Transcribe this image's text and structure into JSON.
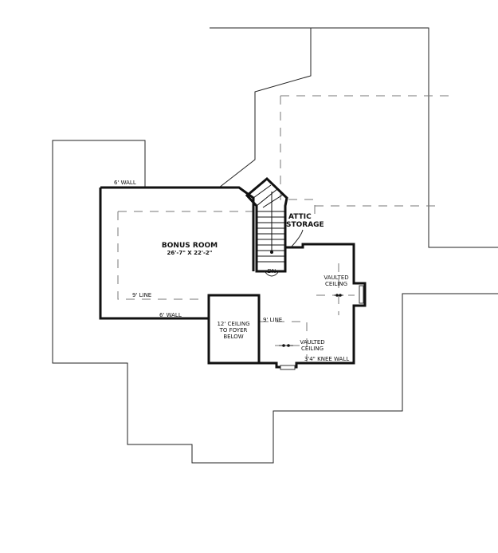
{
  "rooms": {
    "bonus_room_name": "BONUS ROOM",
    "bonus_room_size": "26'-7\" X 22'-2\"",
    "attic_line1": "ATTIC",
    "attic_line2": "STORAGE"
  },
  "notes": {
    "wall_top": "6' WALL",
    "wall_bottom": "6' WALL",
    "line_left": "9' LINE",
    "line_right": "9' LINE",
    "ceiling_line1": "12' CEILING",
    "ceiling_line2": "TO FOYER",
    "ceiling_line3": "BELOW",
    "vaulted1_line1": "VAULTED",
    "vaulted1_line2": "CEILING",
    "vaulted2_line1": "VAULTED",
    "vaulted2_line2": "CEILING",
    "knee_wall": "3'4\" KNEE WALL",
    "stair_label": "DN"
  }
}
